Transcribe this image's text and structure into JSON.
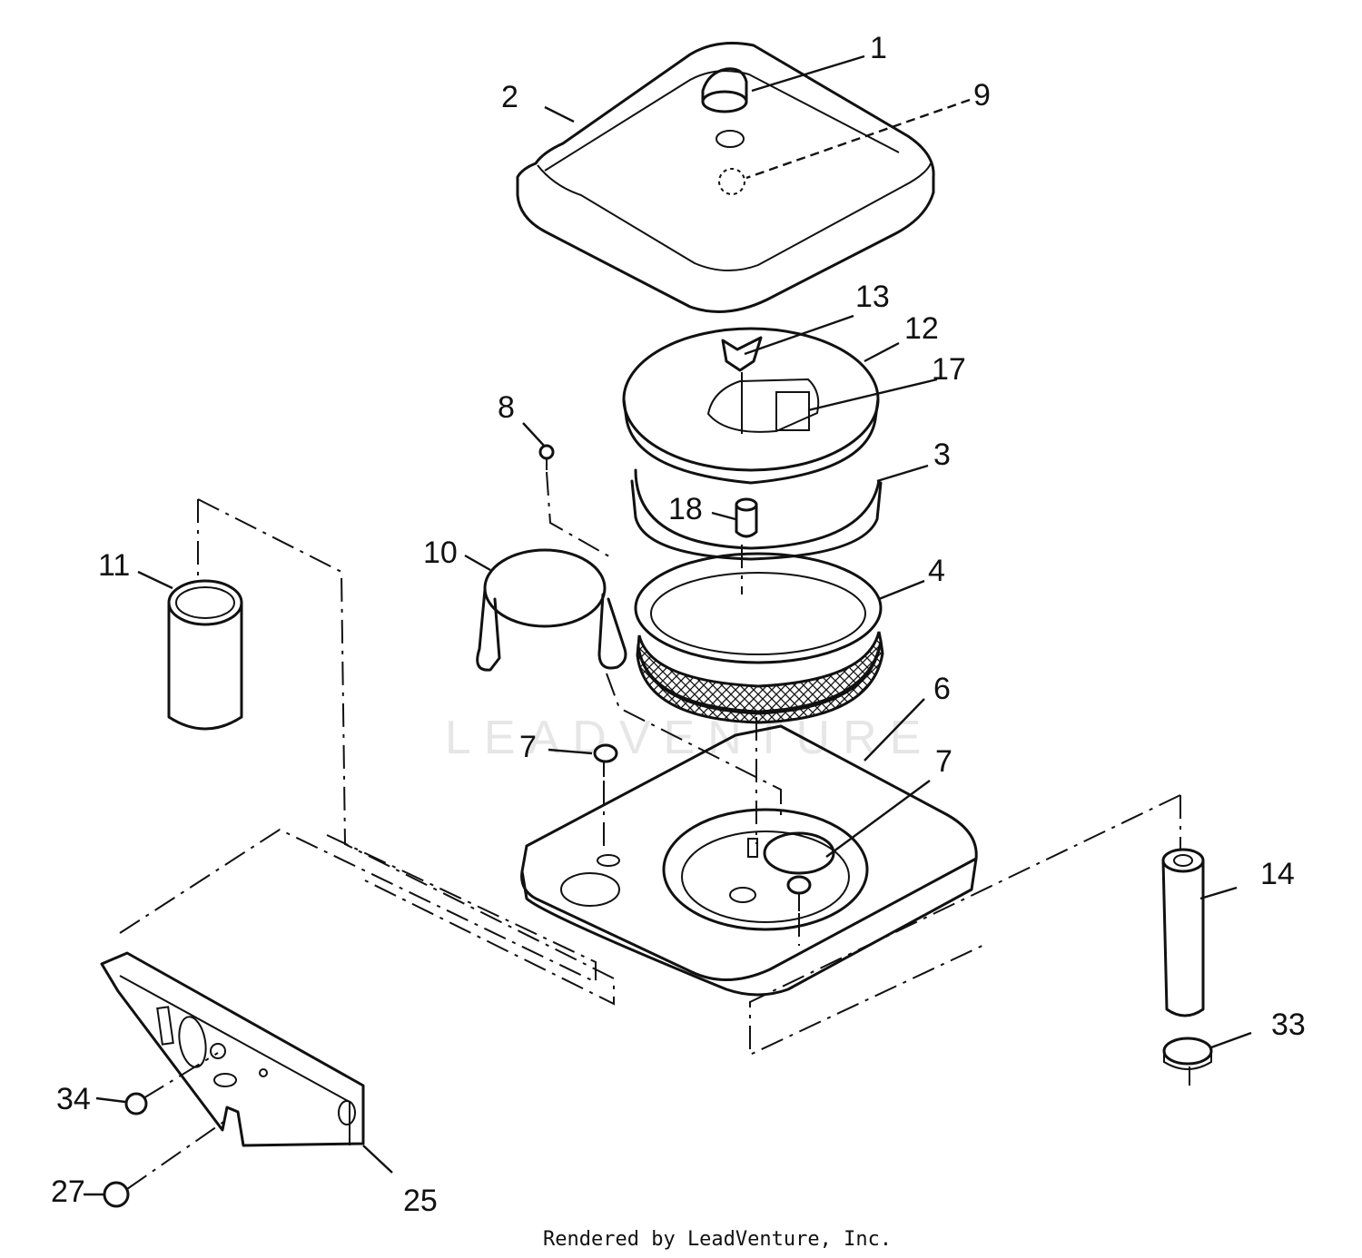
{
  "watermark": "LEADVENTURE",
  "footer": "Rendered by LeadVenture, Inc.",
  "callouts": [
    {
      "id": "1",
      "text": "1"
    },
    {
      "id": "2",
      "text": "2"
    },
    {
      "id": "9",
      "text": "9"
    },
    {
      "id": "13",
      "text": "13"
    },
    {
      "id": "12",
      "text": "12"
    },
    {
      "id": "17",
      "text": "17"
    },
    {
      "id": "8",
      "text": "8"
    },
    {
      "id": "3",
      "text": "3"
    },
    {
      "id": "18",
      "text": "18"
    },
    {
      "id": "10",
      "text": "10"
    },
    {
      "id": "11",
      "text": "11"
    },
    {
      "id": "4",
      "text": "4"
    },
    {
      "id": "6",
      "text": "6"
    },
    {
      "id": "7a",
      "text": "7"
    },
    {
      "id": "7b",
      "text": "7"
    },
    {
      "id": "14",
      "text": "14"
    },
    {
      "id": "33",
      "text": "33"
    },
    {
      "id": "34",
      "text": "34"
    },
    {
      "id": "27",
      "text": "27"
    },
    {
      "id": "25",
      "text": "25"
    }
  ]
}
